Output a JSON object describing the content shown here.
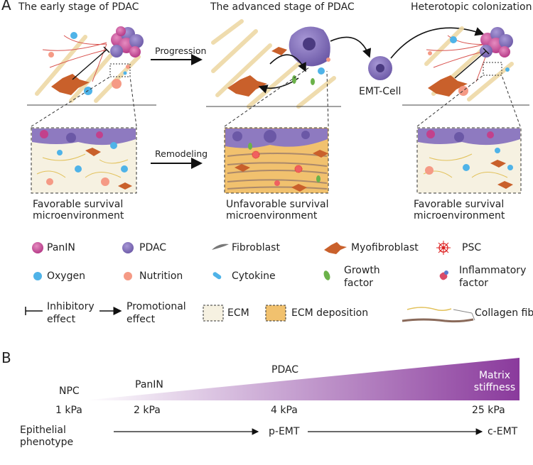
{
  "panel_a": {
    "letter": "A",
    "stage_titles": [
      "The early stage of PDAC",
      "The advanced stage of PDAC",
      "Heterotopic colonization"
    ],
    "arrow_progression": "Progression",
    "arrow_remodeling": "Remodeling",
    "emt_cell": "EMT-Cell",
    "captions": [
      [
        "Favorable survival",
        "microenvironment"
      ],
      [
        "Unfavorable survival",
        "microenvironment"
      ],
      [
        "Favorable survival",
        "microenvironment"
      ]
    ],
    "legend": {
      "panin": "PanIN",
      "pdac": "PDAC",
      "fibroblast": "Fibroblast",
      "myofibroblast": "Myofibroblast",
      "psc": "PSC",
      "oxygen": "Oxygen",
      "nutrition": "Nutrition",
      "cytokine": "Cytokine",
      "growth_factor": [
        "Growth",
        "factor"
      ],
      "inflammatory_factor": [
        "Inflammatory",
        "factor"
      ],
      "inhibitory_effect": [
        "Inhibitory",
        "effect"
      ],
      "promotional_effect": [
        "Promotional",
        "effect"
      ],
      "ecm": "ECM",
      "ecm_deposition": "ECM deposition",
      "collagen_fibers": "Collagen fibers"
    },
    "colors": {
      "panin": "#c2418c",
      "pdac": "#7b68b0",
      "myofibroblast": "#c9602b",
      "ecm": "#f6f1e1",
      "ecm_deposition": "#f1c16e",
      "oxygen": "#4fb3e8",
      "nutrition": "#f59a85",
      "growth": "#6bb24a",
      "inflam": "#d94c6a",
      "collagen": "#e2c15a"
    }
  },
  "panel_b": {
    "letter": "B",
    "stage_labels": [
      "NPC",
      "PanIN",
      "PDAC"
    ],
    "matrix_label": [
      "Matrix",
      "stiffness"
    ],
    "stiffness_values": [
      "1 kPa",
      "2 kPa",
      "4 kPa",
      "25 kPa"
    ],
    "emt_labels": {
      "start": [
        "Epithelial",
        "phenotype"
      ],
      "mid": "p-EMT",
      "end": "c-EMT"
    },
    "colors": {
      "gradient_start": "#ffffff",
      "gradient_end": "#8a3a9c"
    }
  }
}
